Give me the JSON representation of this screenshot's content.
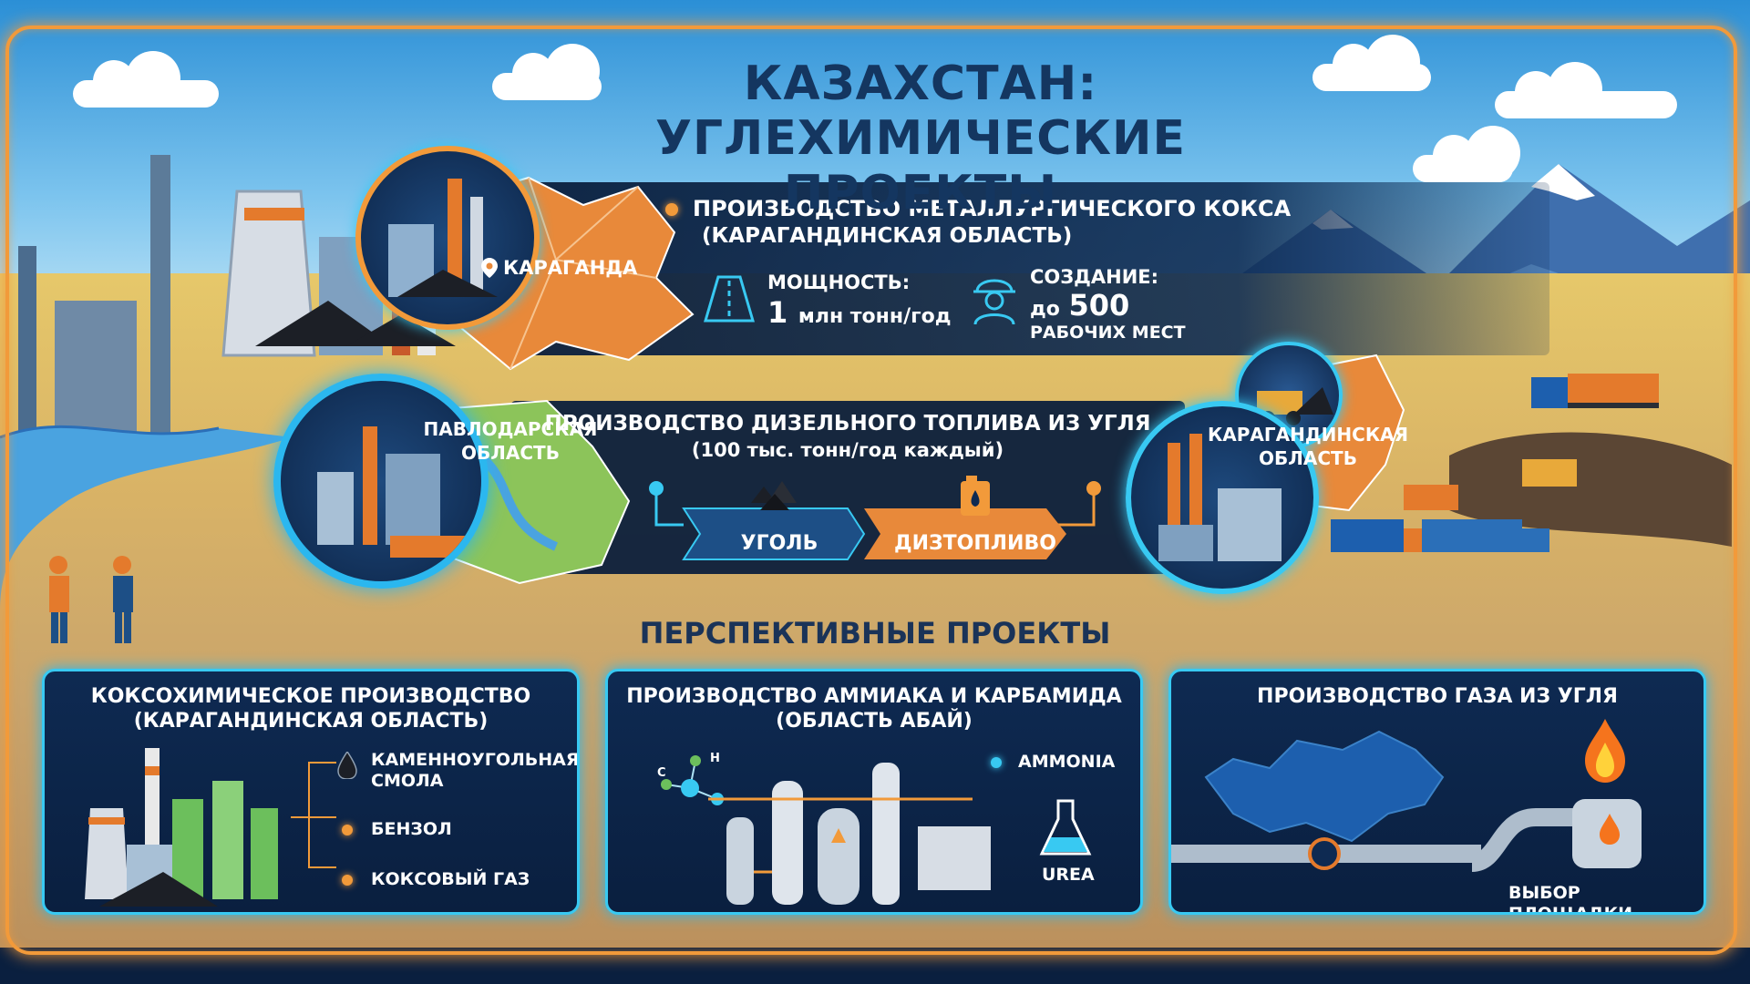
{
  "title": {
    "line1": "КАЗАХСТАН:",
    "line2": "УГЛЕХИМИЧЕСКИЕ ПРОЕКТЫ"
  },
  "project_coke": {
    "title_line1": "ПРОИЗВОДСТВО МЕТАЛЛУРГИЧЕСКОГО КОКСА",
    "title_line2": "(КАРАГАНДИНСКАЯ ОБЛАСТЬ)",
    "map_label": "КАРАГАНДА",
    "capacity_label": "МОЩНОСТЬ:",
    "capacity_number": "1",
    "capacity_unit": "млн тонн/год",
    "jobs_label": "СОЗДАНИЕ:",
    "jobs_prefix": "до",
    "jobs_number": "500",
    "jobs_suffix": "РАБОЧИХ МЕСТ"
  },
  "project_diesel": {
    "title_line1": "ПРОИЗВОДСТВО ДИЗЕЛЬНОГО ТОПЛИВА ИЗ УГЛЯ",
    "title_line2": "(100 тыс. тонн/год каждый)",
    "region_left": "ПАВЛОДАРСКАЯ ОБЛАСТЬ",
    "region_right": "КАРАГАНДИНСКАЯ ОБЛАСТЬ",
    "input_label": "УГОЛЬ",
    "output_label": "ДИЗТОПЛИВО"
  },
  "prospective_title": "ПЕРСПЕКТИВНЫЕ ПРОЕКТЫ",
  "cards": {
    "coke_chem": {
      "title_line1": "КОКСОХИМИЧЕСКОЕ ПРОИЗВОДСТВО",
      "title_line2": "(КАРАГАНДИНСКАЯ ОБЛАСТЬ)",
      "item1_line1": "КАМЕННОУГОЛЬНАЯ",
      "item1_line2": "СМОЛА",
      "item2": "БЕНЗОЛ",
      "item3": "КОКСОВЫЙ ГАЗ"
    },
    "ammonia": {
      "title_line1": "ПРОИЗВОДСТВО АММИАКА И КАРБАМИДА",
      "title_line2": "(ОБЛАСТЬ АБАЙ)",
      "label_ammonia": "AMMONIA",
      "label_urea": "UREA",
      "molecule_c": "C",
      "molecule_h": "H"
    },
    "gas": {
      "title": "ПРОИЗВОДСТВО ГАЗА ИЗ УГЛЯ",
      "status": "ВЫБОР ПЛОЩАДКИ"
    }
  },
  "colors": {
    "accent_orange": "#f29a3a",
    "accent_cyan": "#38c9f2",
    "panel_navy": "#0e2a52",
    "title_navy": "#143660"
  }
}
